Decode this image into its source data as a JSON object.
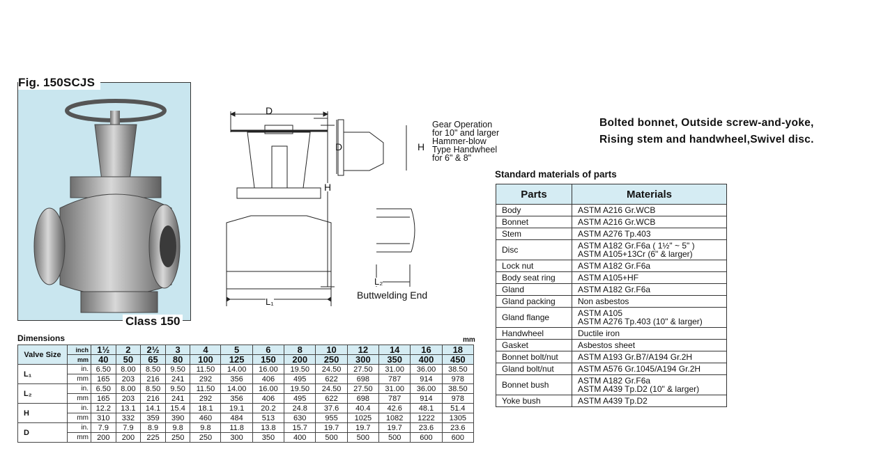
{
  "figure": {
    "title": "Fig. 150SCJS",
    "class_label": "Class 150"
  },
  "drawing": {
    "dim_D": "D",
    "dim_H": "H",
    "dim_L1": "L₁",
    "dim_L2": "L₂",
    "gear_note": [
      "Gear Operation",
      "for 10\" and larger",
      "Hammer-blow",
      "Type Handwheel",
      "for 6\" & 8\""
    ],
    "buttwelding_label": "Buttwelding End"
  },
  "description": {
    "line1": "Bolted bonnet, Outside screw-and-yoke,",
    "line2": "Rising stem and handwheel,Swivel disc."
  },
  "materials": {
    "title": "Standard materials of parts",
    "col_parts": "Parts",
    "col_materials": "Materials",
    "rows": [
      {
        "part": "Body",
        "materials": [
          "ASTM  A216  Gr.WCB"
        ]
      },
      {
        "part": "Bonnet",
        "materials": [
          "ASTM  A216  Gr.WCB"
        ]
      },
      {
        "part": "Stem",
        "materials": [
          "ASTM  A276  Tp.403"
        ]
      },
      {
        "part": "Disc",
        "materials": [
          "ASTM  A182  Gr.F6a  ( 1½\" ~ 5\" )",
          "ASTM  A105+13Cr  (6\" & larger)"
        ]
      },
      {
        "part": "Lock nut",
        "materials": [
          "ASTM  A182  Gr.F6a"
        ]
      },
      {
        "part": "Body seat ring",
        "materials": [
          "ASTM  A105+HF"
        ]
      },
      {
        "part": "Gland",
        "materials": [
          "ASTM  A182  Gr.F6a"
        ]
      },
      {
        "part": "Gland packing",
        "materials": [
          "Non asbestos"
        ]
      },
      {
        "part": "Gland flange",
        "materials": [
          "ASTM  A105",
          "ASTM  A276  Tp.403 (10\" & larger)"
        ]
      },
      {
        "part": "Handwheel",
        "materials": [
          "Ductile iron"
        ]
      },
      {
        "part": "Gasket",
        "materials": [
          "Asbestos sheet"
        ]
      },
      {
        "part": "Bonnet bolt/nut",
        "materials": [
          "ASTM  A193  Gr.B7/A194  Gr.2H"
        ]
      },
      {
        "part": "Gland bolt/nut",
        "materials": [
          "ASTM  A576  Gr.1045/A194  Gr.2H"
        ]
      },
      {
        "part": "Bonnet bush",
        "materials": [
          "ASTM  A182  Gr.F6a",
          "ASTM  A439  Tp.D2  (10\" & larger)"
        ]
      },
      {
        "part": "Yoke bush",
        "materials": [
          "ASTM  A439  Tp.D2"
        ]
      }
    ]
  },
  "dimensions": {
    "title": "Dimensions",
    "unit": "mm",
    "valve_size_label": "Valve Size",
    "inch_label": "inch",
    "mm_label": "mm",
    "sizes_inch": [
      "1½",
      "2",
      "2½",
      "3",
      "4",
      "5",
      "6",
      "8",
      "10",
      "12",
      "14",
      "16",
      "18"
    ],
    "sizes_mm": [
      "40",
      "50",
      "65",
      "80",
      "100",
      "125",
      "150",
      "200",
      "250",
      "300",
      "350",
      "400",
      "450"
    ],
    "rows": [
      {
        "label": "L₁",
        "in": [
          "6.50",
          "8.00",
          "8.50",
          "9.50",
          "11.50",
          "14.00",
          "16.00",
          "19.50",
          "24.50",
          "27.50",
          "31.00",
          "36.00",
          "38.50"
        ],
        "mm": [
          "165",
          "203",
          "216",
          "241",
          "292",
          "356",
          "406",
          "495",
          "622",
          "698",
          "787",
          "914",
          "978"
        ]
      },
      {
        "label": "L₂",
        "in": [
          "6.50",
          "8.00",
          "8.50",
          "9.50",
          "11.50",
          "14.00",
          "16.00",
          "19.50",
          "24.50",
          "27.50",
          "31.00",
          "36.00",
          "38.50"
        ],
        "mm": [
          "165",
          "203",
          "216",
          "241",
          "292",
          "356",
          "406",
          "495",
          "622",
          "698",
          "787",
          "914",
          "978"
        ]
      },
      {
        "label": "H",
        "in": [
          "12.2",
          "13.1",
          "14.1",
          "15.4",
          "18.1",
          "19.1",
          "20.2",
          "24.8",
          "37.6",
          "40.4",
          "42.6",
          "48.1",
          "51.4"
        ],
        "mm": [
          "310",
          "332",
          "359",
          "390",
          "460",
          "484",
          "513",
          "630",
          "955",
          "1025",
          "1082",
          "1222",
          "1305"
        ]
      },
      {
        "label": "D",
        "in": [
          "7.9",
          "7.9",
          "8.9",
          "9.8",
          "9.8",
          "11.8",
          "13.8",
          "15.7",
          "19.7",
          "19.7",
          "19.7",
          "23.6",
          "23.6"
        ],
        "mm": [
          "200",
          "200",
          "225",
          "250",
          "250",
          "300",
          "350",
          "400",
          "500",
          "500",
          "500",
          "600",
          "600"
        ]
      }
    ],
    "in_label": "in.",
    "mm_row_label": "mm"
  }
}
